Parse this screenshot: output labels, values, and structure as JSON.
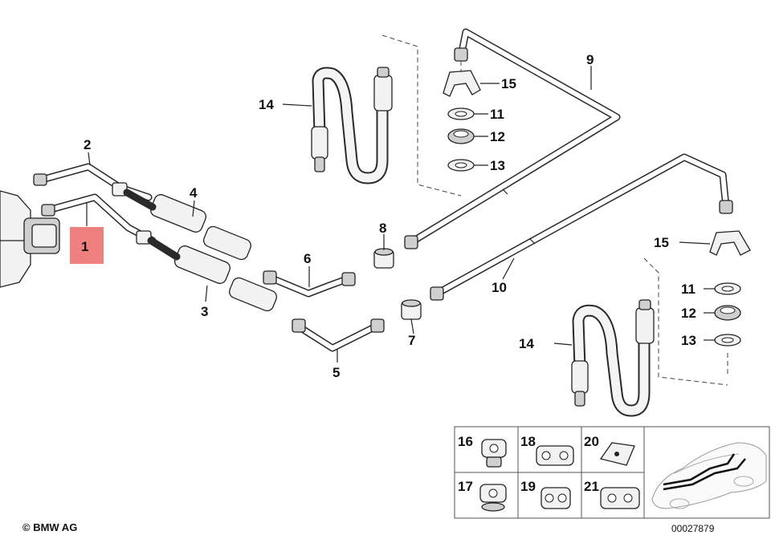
{
  "callouts": {
    "c1": "1",
    "c2": "2",
    "c3": "3",
    "c4": "4",
    "c5": "5",
    "c6": "6",
    "c7": "7",
    "c8": "8",
    "c9": "9",
    "c10": "10",
    "c11a": "11",
    "c12a": "12",
    "c13a": "13",
    "c14a": "14",
    "c15a": "15",
    "c11b": "11",
    "c12b": "12",
    "c13b": "13",
    "c14b": "14",
    "c15b": "15"
  },
  "parts_grid": {
    "c16": "16",
    "c17": "17",
    "c18": "18",
    "c19": "19",
    "c20": "20",
    "c21": "21"
  },
  "highlight_color": "#f08080",
  "footer": {
    "copyright": "© BMW AG",
    "drawing_number": "00027879"
  }
}
